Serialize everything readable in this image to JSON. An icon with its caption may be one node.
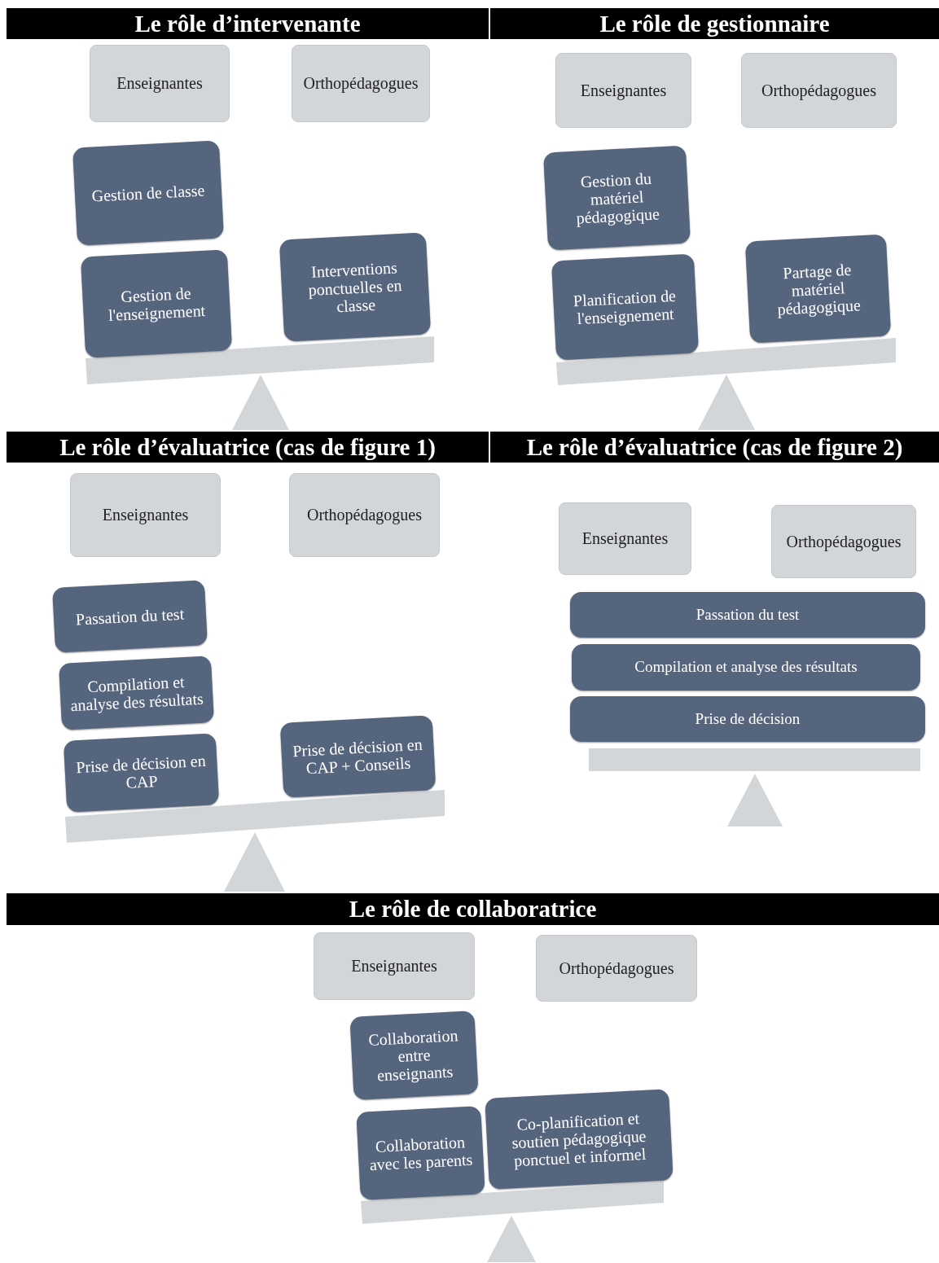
{
  "diagram": {
    "nodes": [
      {
        "text": [
          "Le rôle d’intervenante"
        ]
      },
      {
        "text": [
          "Enseignantes"
        ]
      },
      {
        "text": [
          "Orthopédagogues"
        ]
      },
      {
        "text": [
          "Gestion de classe"
        ]
      },
      {
        "text": [
          "Gestion de l'enseignement"
        ]
      },
      {
        "text": [
          "Interventions ponctuelles en classe"
        ]
      },
      {
        "text": [
          "Le rôle de gestionnaire"
        ]
      },
      {
        "text": [
          "Enseignantes"
        ]
      },
      {
        "text": [
          "Orthopédagogues"
        ]
      },
      {
        "text": [
          "Gestion du matériel pédagogique"
        ]
      },
      {
        "text": [
          "Planification de l'enseignement"
        ]
      },
      {
        "text": [
          "Partage de matériel pédagogique"
        ]
      },
      {
        "text": [
          "Le rôle d’évaluatrice (cas de figure 1)"
        ]
      },
      {
        "text": [
          "Enseignantes"
        ]
      },
      {
        "text": [
          "Orthopédagogues"
        ]
      },
      {
        "text": [
          "Passation du test"
        ]
      },
      {
        "text": [
          "Compilation et analyse des résultats"
        ]
      },
      {
        "text": [
          "Prise de décision en CAP"
        ]
      },
      {
        "text": [
          "Prise de décision en CAP + Conseils"
        ]
      },
      {
        "text": [
          "Le rôle d’évaluatrice (cas de figure 2)"
        ]
      },
      {
        "text": [
          "Enseignantes"
        ]
      },
      {
        "text": [
          "Orthopédagogues"
        ]
      },
      {
        "text": [
          "Passation du test"
        ]
      },
      {
        "text": [
          "Compilation et analyse des résultats"
        ]
      },
      {
        "text": [
          "Prise de décision"
        ]
      },
      {
        "text": [
          "Le rôle de collaboratrice"
        ]
      },
      {
        "text": [
          "Enseignantes"
        ]
      },
      {
        "text": [
          "Orthopédagogues"
        ]
      },
      {
        "text": [
          "Collaboration entre enseignants"
        ]
      },
      {
        "text": [
          "Collaboration avec les parents"
        ]
      },
      {
        "text": [
          "Co-planification et soutien pédagogique ponctuel et informel"
        ]
      }
    ]
  }
}
